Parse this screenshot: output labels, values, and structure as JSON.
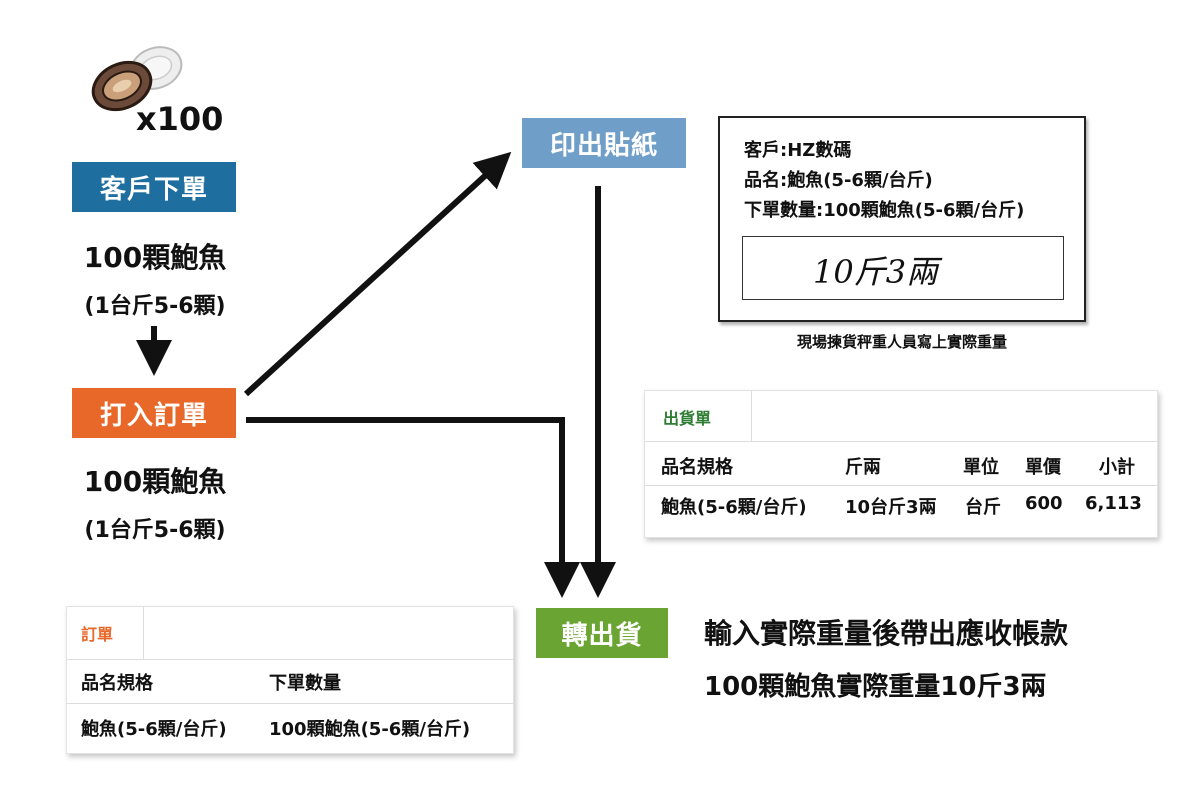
{
  "quantity_badge": "x100",
  "steps": {
    "customer_order": "客戶下單",
    "enter_order": "打入訂單",
    "print_sticker": "印出貼紙",
    "convert_shipment": "轉出貨"
  },
  "customer_order_detail": {
    "main": "100顆鮑魚",
    "sub": "(1台斤5-6顆)"
  },
  "enter_order_detail": {
    "main": "100顆鮑魚",
    "sub": "(1台斤5-6顆)"
  },
  "sticker": {
    "lines": [
      "客戶:HZ數碼",
      "品名:鮑魚(5-6顆/台斤)",
      "下單數量:100顆鮑魚(5-6顆/台斤)"
    ],
    "handwritten": "10斤3兩",
    "caption": "現場揀貨秤重人員寫上實際重量"
  },
  "shipment_card": {
    "title": "出貨單",
    "headers": [
      "品名規格",
      "斤兩",
      "單位",
      "單價",
      "小計"
    ],
    "row": [
      "鮑魚(5-6顆/台斤)",
      "10台斤3兩",
      "台斤",
      "600",
      "6,113"
    ]
  },
  "order_card": {
    "title": "訂單",
    "headers": [
      "品名規格",
      "下單數量"
    ],
    "row": [
      "鮑魚(5-6顆/台斤)",
      "100顆鮑魚(5-6顆/台斤)"
    ]
  },
  "final_note": {
    "title": "輸入實際重量後帶出應收帳款",
    "detail": "100顆鮑魚實際重量10斤3兩"
  },
  "colors": {
    "blue": "#1e6fa0",
    "orange": "#e8682a",
    "light_blue": "#6f9ec9",
    "green": "#6aa432",
    "shipment_title": "#2e7d32",
    "order_title": "#e8682a"
  }
}
